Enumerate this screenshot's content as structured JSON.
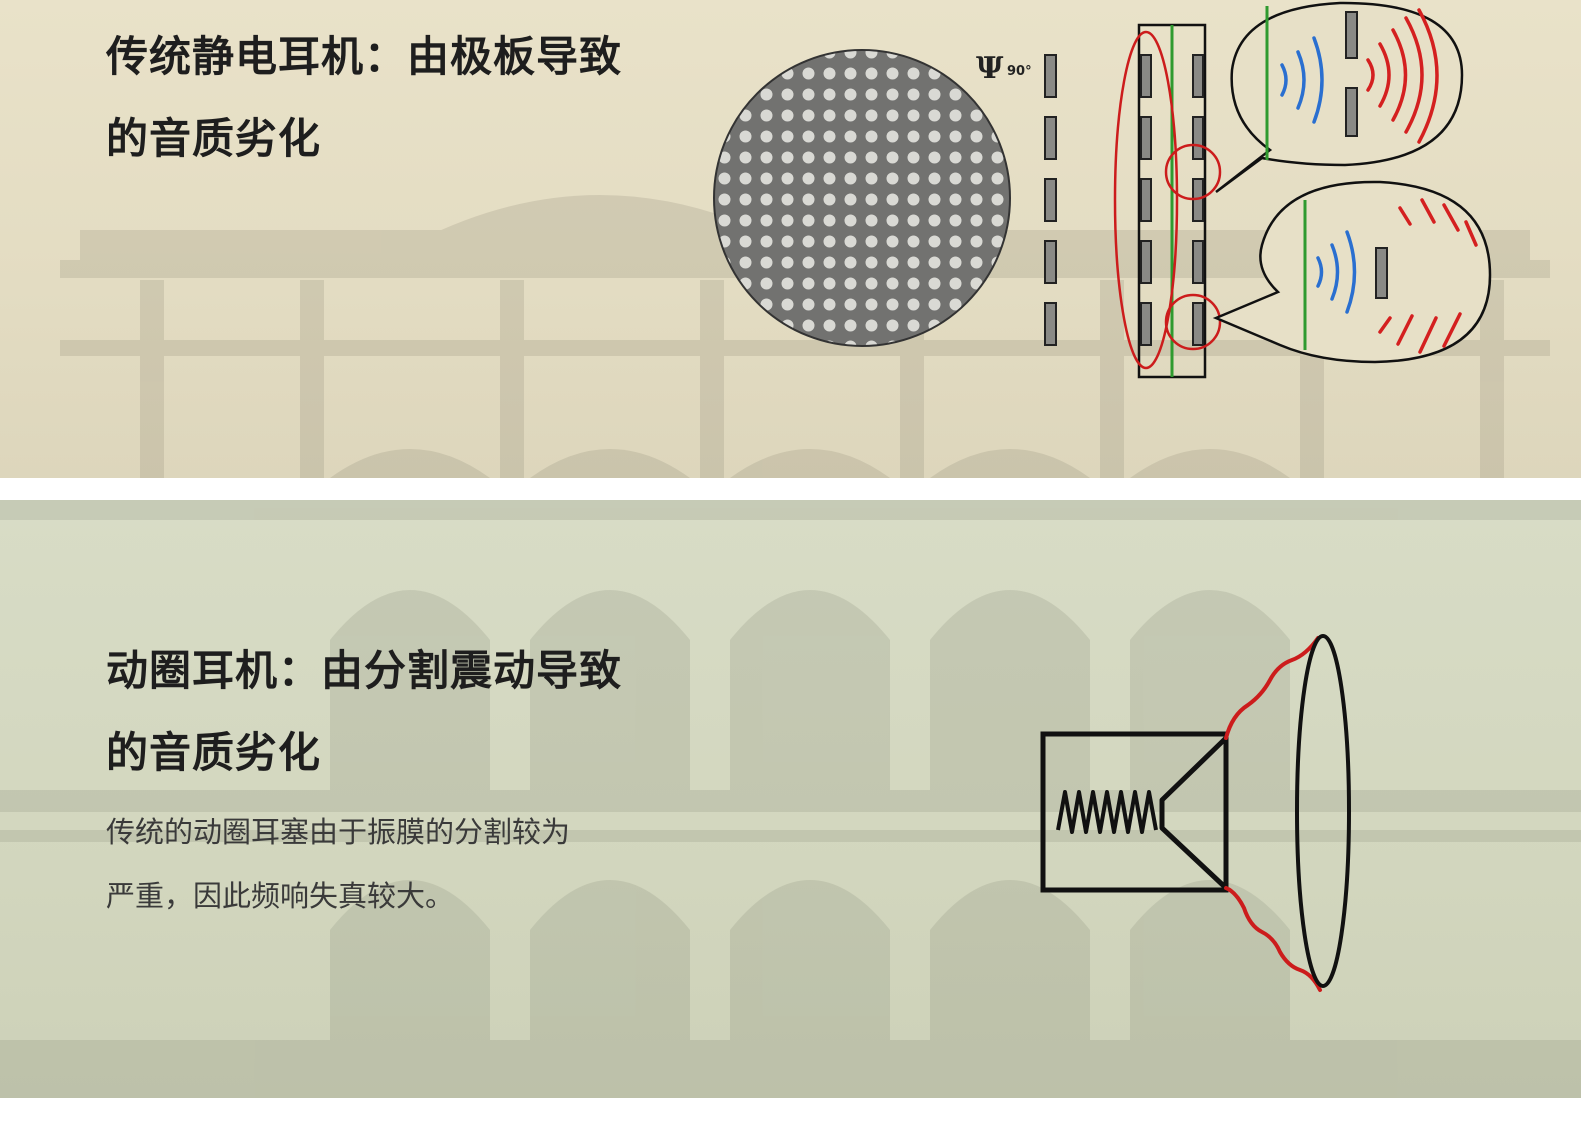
{
  "sections": [
    {
      "title_line1": "传统静电耳机：由极板导致",
      "title_line2": "的音质劣化",
      "psi_label": "Ψ",
      "angle_label": "90°"
    },
    {
      "title_line1": "动圈耳机：由分割震动导致",
      "title_line2": "的音质劣化",
      "desc_line1": "传统的动圈耳塞由于振膜的分割较为",
      "desc_line2": "严重，因此频响失真较大。"
    }
  ],
  "colors": {
    "wave_blue": "#2a6fd0",
    "wave_red": "#d42020",
    "diaphragm_green": "#2f9a2f",
    "highlight_red": "#cc1c1c",
    "outline": "#111111"
  }
}
